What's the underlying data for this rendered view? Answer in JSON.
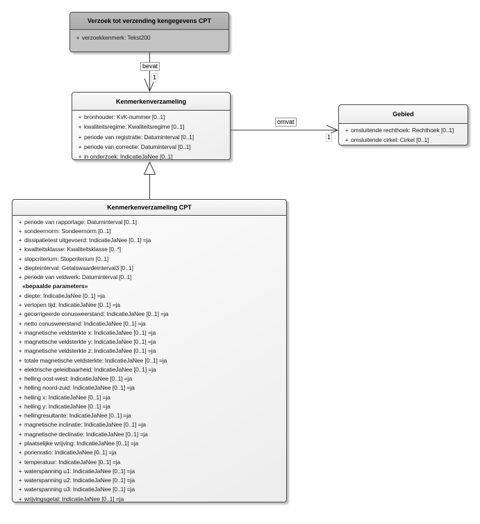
{
  "diagram": {
    "ui": {
      "plus": "+"
    },
    "colors": {
      "background": "#ffffff",
      "request_box_fill": "#c3c3c3",
      "request_header_fill": "#b1b1b1",
      "class_fill": "#f2f2f2",
      "border": "#4a4a4a",
      "connector": "#333333",
      "shadow": "#b0b0b0"
    },
    "classes": {
      "request": {
        "title": "Verzoek tot verzending kengegevens CPT",
        "attributes": [
          "verzoekkenmerk: Tekst200"
        ]
      },
      "kenmerkenverzameling": {
        "title": "Kenmerkenverzameling",
        "attributes": [
          "bronhouder: KvK-nummer [0..1]",
          "kwaliteitsregime: Kwaliteitsregime [0..1]",
          "periode van registratie: Datuminterval [0..1]",
          "periode van correctie: Datuminterval [0..1]",
          "in onderzoek: IndicatieJaNee [0..1]"
        ]
      },
      "gebied": {
        "title": "Gebied",
        "attributes": [
          "omsluitende rechthoek: Rechthoek [0..1]",
          "omsluitende cirkel: Cirkel [0..1]"
        ]
      },
      "kenmerkenverzameling_cpt": {
        "title": "Kenmerkenverzameling CPT",
        "attributes": [
          "periode van rapportage: Datuminterval [0..1]",
          "sondeernorm: Sondeernorm [0..1]",
          "dissipatietest uitgevoerd: IndicatieJaNee [0..1] =ja",
          "kwaliteitsklasse: Kwaliteitsklasse [0..*]",
          "stopcriterium: Stopcriterium [0..1]",
          "diepteinterval: Getalswaardeinterval3 [0..1]",
          "periode van veldwerk: Datuminterval [0..1]"
        ],
        "stereotype": "«bepaalde parameters»",
        "stereotype_attributes": [
          "diepte: IndicatieJaNee [0..1] =ja",
          "verlopen tijd: IndicatieJaNee [0..1] =ja",
          "gecorrigeerde conusweerstand: IndicatieJaNee [0..1] =ja",
          "netto conusweerstand: IndicatieJaNee [0..1] =ja",
          "magnetische veldsterkte x: IndicatieJaNee [0..1] =ja",
          "magnetische veldsterkte y: IndicatieJaNee [0..1] =ja",
          "magnetische veldsterkte z: IndicatieJaNee [0..1] =ja",
          "totale magnetische veldsterkte: IndicatieJaNee [0..1] =ja",
          "elektrische geleidbaarheid: IndicatieJaNee [0..1] =ja",
          "helling oost-west: IndicatieJaNee [0..1] =ja",
          "helling noord-zuid: IndicatieJaNee [0..1] =ja",
          "helling x: IndicatieJaNee [0..1] =ja",
          "helling y: IndicatieJaNee [0..1] =ja",
          "hellingresultante: IndicatieJaNee [0..1] =ja",
          "magnetische inclinatie: IndicatieJaNee [0..1] =ja",
          "magnetische declinatie: IndicatieJaNee [0..1] =ja",
          "plaatselijke wrijving: IndicatieJaNee [0..1] =ja",
          "porienratio: IndicatieJaNee [0..1] =ja",
          "temperatuur: IndicatieJaNee [0..1] =ja",
          "waterspanning u1: IndicatieJaNee [0..1] =ja",
          "waterspanning u2: IndicatieJaNee [0..1] =ja",
          "waterspanning u3: IndicatieJaNee [0..1] =ja",
          "wrijvingsgetal: IndicatieJaNee [0..1] =ja"
        ]
      }
    },
    "relationships": {
      "bevat": {
        "type": "association",
        "label": "bevat",
        "target_multiplicity": "1"
      },
      "omvat": {
        "type": "association",
        "label": "omvat",
        "target_multiplicity": "1"
      },
      "generalization": {
        "type": "generalization"
      }
    }
  }
}
